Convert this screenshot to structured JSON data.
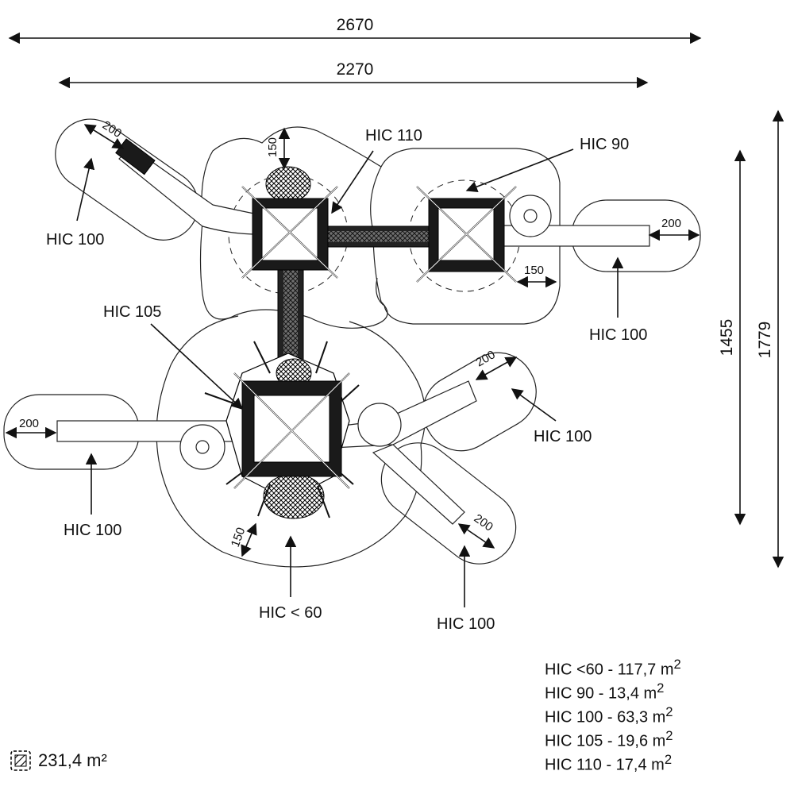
{
  "dimensions": {
    "overall_width": "2670",
    "structure_width": "2270",
    "overall_depth": "1779",
    "structure_depth": "1455",
    "clearances": {
      "slide_left_top": "200",
      "slide_right": "200",
      "slide_left_bottom": "200",
      "slide_right_mid": "200",
      "slide_right_bottom": "200",
      "top_tower": "150",
      "right_tower": "150",
      "bottom_tower": "150"
    }
  },
  "hic_labels": {
    "top_left_slide": "HIC 100",
    "top_tower": "HIC 110",
    "right_tower": "HIC 90",
    "right_slide": "HIC 100",
    "bottom_tower_net": "HIC 105",
    "right_mid_slide": "HIC 100",
    "left_bottom_slide": "HIC 100",
    "bottom_zone": "HIC < 60",
    "bottom_right_slide": "HIC 100"
  },
  "legend": [
    {
      "label": "HIC <60 - 117,7 m",
      "sup": "2"
    },
    {
      "label": "HIC 90 - 13,4 m",
      "sup": "2"
    },
    {
      "label": "HIC 100 - 63,3 m",
      "sup": "2"
    },
    {
      "label": "HIC 105 - 19,6 m",
      "sup": "2"
    },
    {
      "label": "HIC 110 - 17,4 m",
      "sup": "2"
    }
  ],
  "total_area": "231,4 m²",
  "icons": {
    "total_area": "hatched-square-icon"
  }
}
